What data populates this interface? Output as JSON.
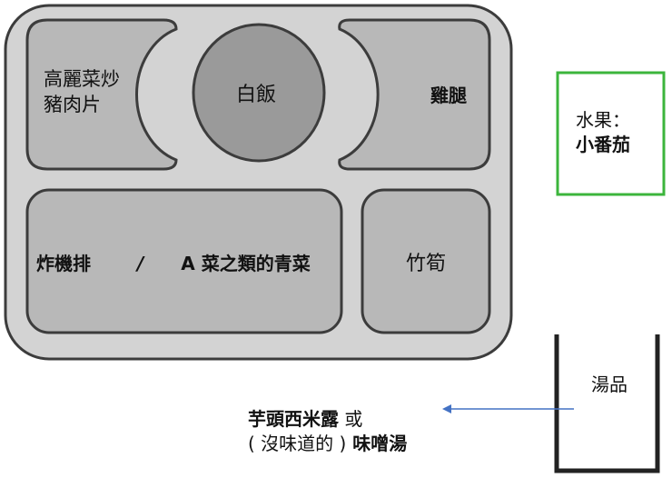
{
  "tray": {
    "compartments": {
      "top_left": {
        "line1": "高麗菜炒",
        "line2": "豬肉片"
      },
      "center": "白飯",
      "top_right": "雞腿",
      "bottom_main": {
        "part1": "炸機排",
        "separator": "/",
        "part2": "A 菜之類的青菜"
      },
      "bottom_right": "竹筍"
    }
  },
  "fruit": {
    "line1": "水果：",
    "line2": "小番茄"
  },
  "soup_bowl": {
    "label": "湯品"
  },
  "soup_note": {
    "line1_bold": "芋頭西米露",
    "line1_rest": " 或",
    "line2_paren": "( 沒味道的 )",
    "line2_bold": " 味噌湯"
  },
  "colors": {
    "tray_fill": "#d3d3d3",
    "compartment_fill": "#b8b8b8",
    "rice_fill": "#9a9a9a",
    "outline": "#3c3c3c",
    "fruit_border": "#3cb53c",
    "arrow": "#4472c4"
  }
}
